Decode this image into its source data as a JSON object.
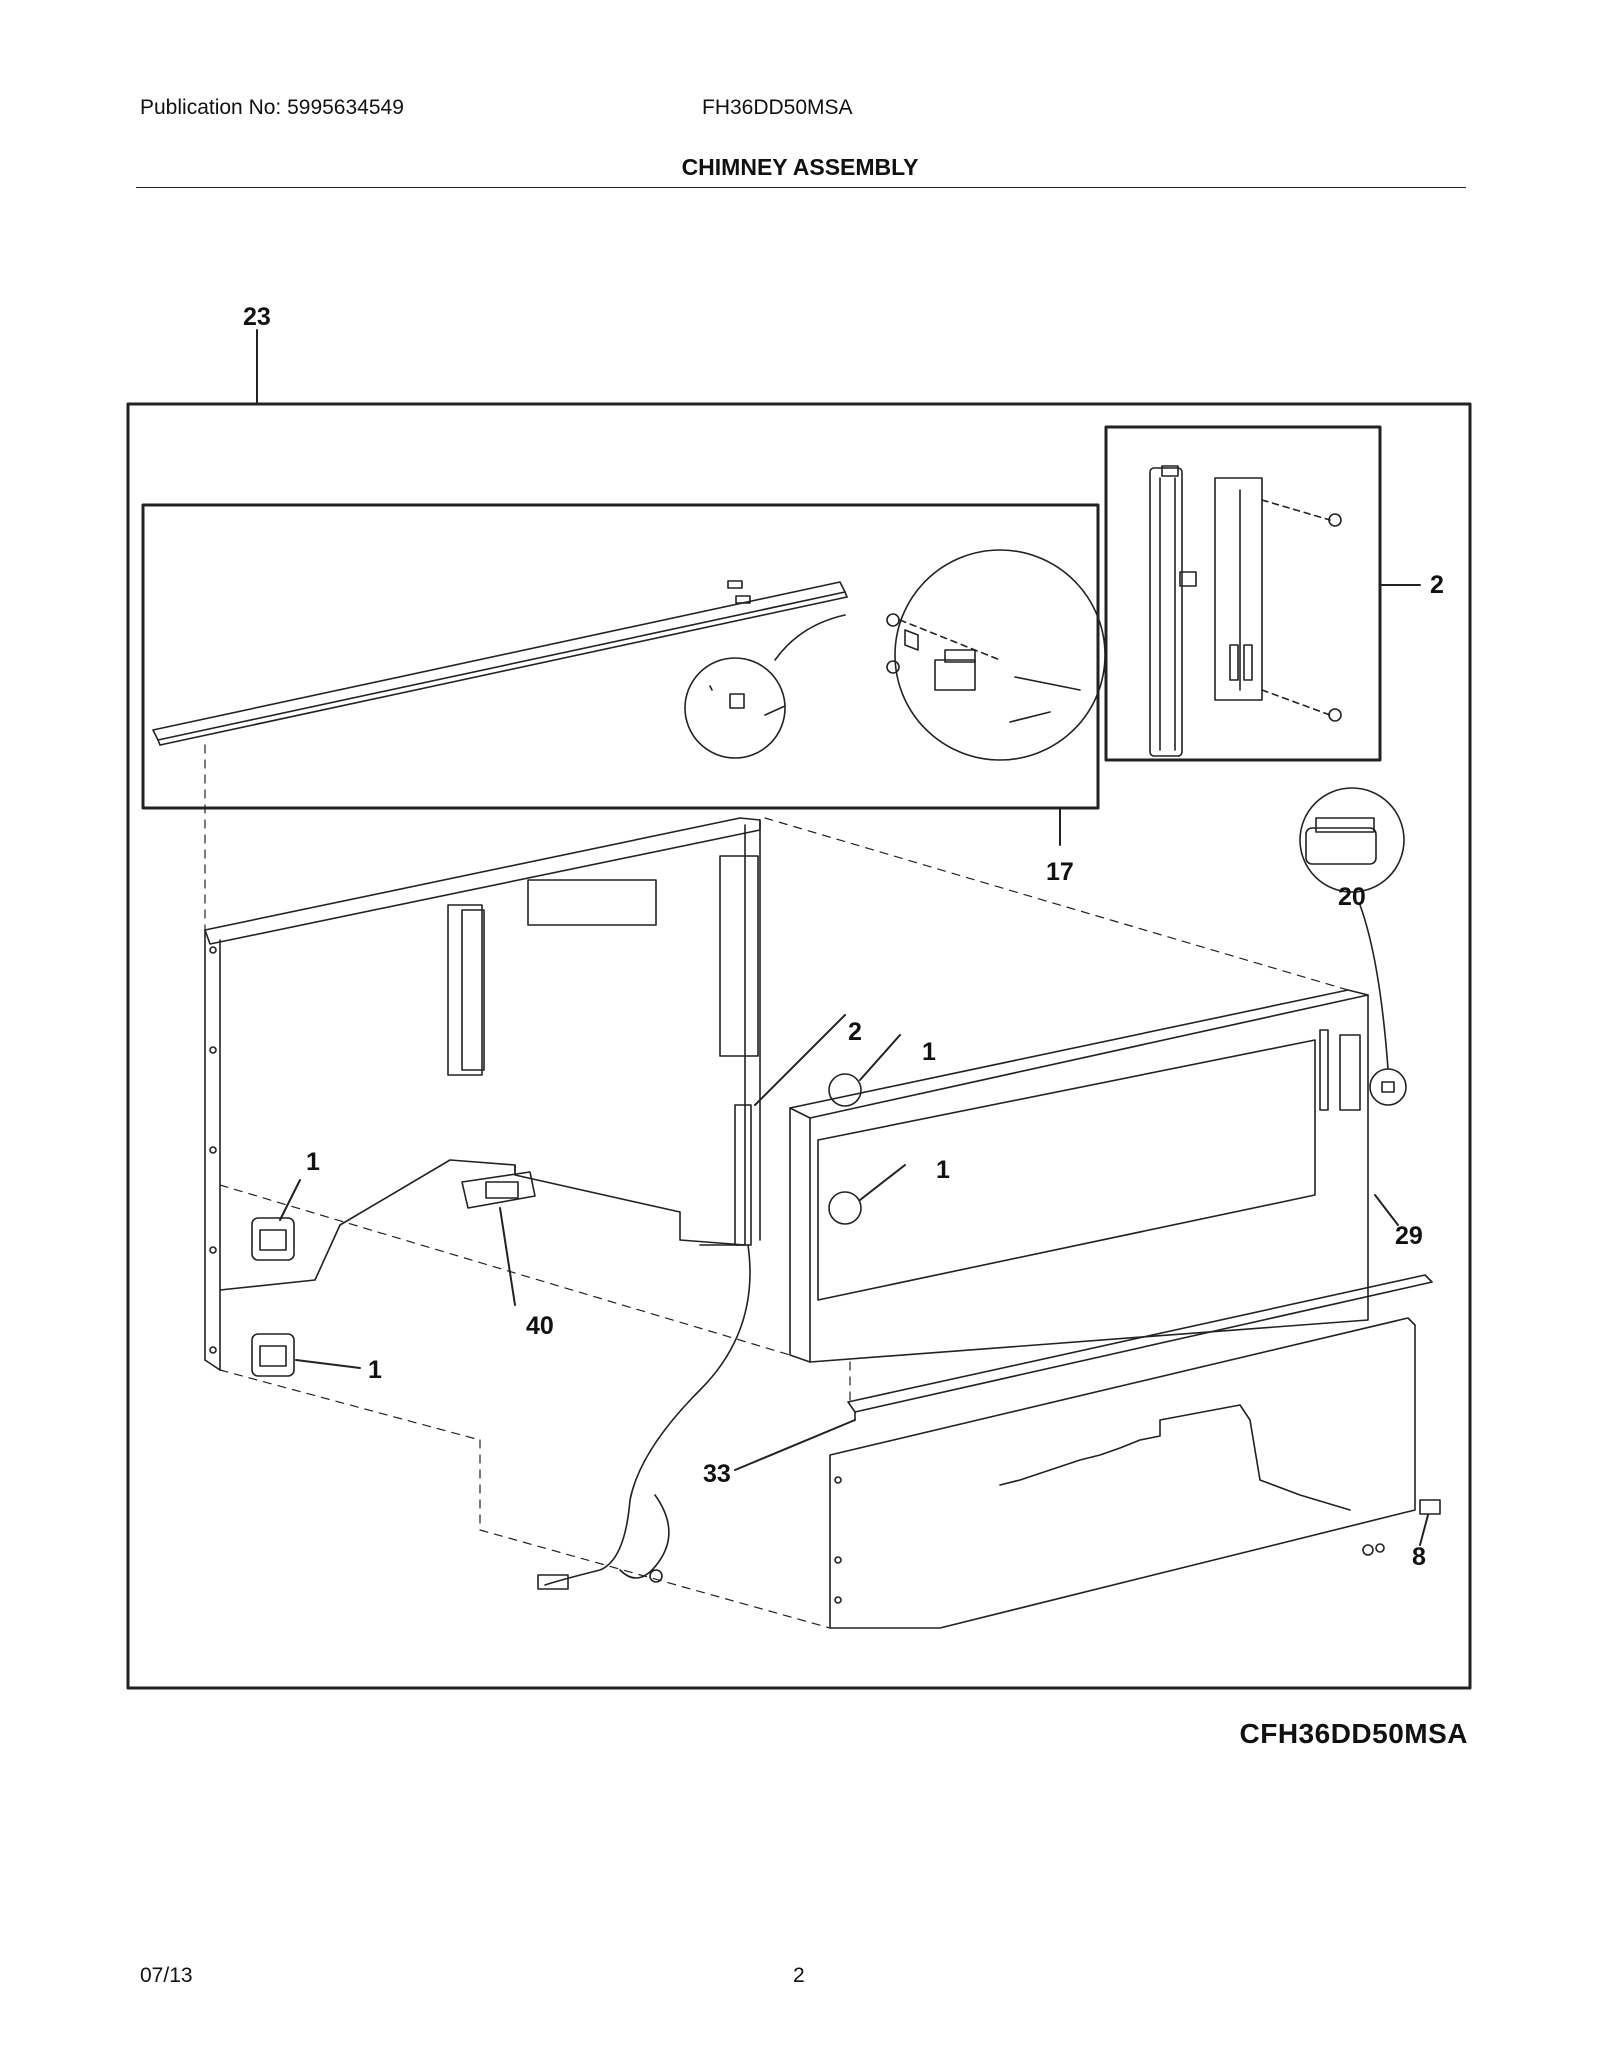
{
  "header": {
    "publication": "Publication No: 5995634549",
    "model": "FH36DD50MSA"
  },
  "title": "CHIMNEY ASSEMBLY",
  "callouts": {
    "c23": "23",
    "c2_top": "2",
    "c17": "17",
    "c20": "20",
    "c2_mid": "2",
    "c1_a": "1",
    "c1_b": "1",
    "c1_c": "1",
    "c1_d": "1",
    "c29": "29",
    "c40": "40",
    "c33": "33",
    "c8": "8"
  },
  "diagram_model": "CFH36DD50MSA",
  "footer": {
    "date": "07/13",
    "page": "2"
  }
}
